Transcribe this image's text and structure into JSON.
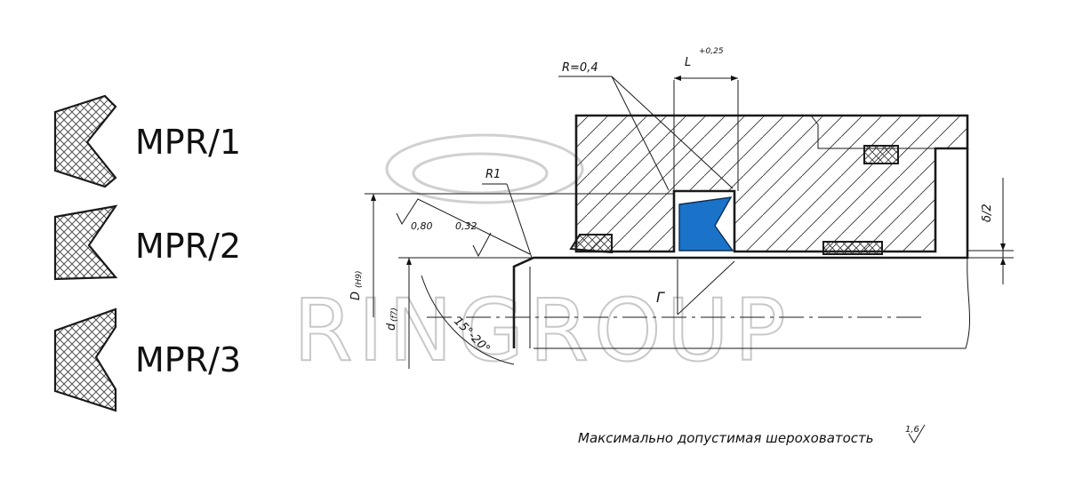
{
  "profiles": [
    {
      "name": "MPR/1",
      "icon": "v-lip-seal-profile-icon"
    },
    {
      "name": "MPR/2",
      "icon": "v-lip-seal-notched-profile-icon"
    },
    {
      "name": "MPR/3",
      "icon": "v-lip-seal-square-base-profile-icon"
    }
  ],
  "drawing": {
    "radius_groove": "R=0,4",
    "groove_width": "L",
    "groove_width_tol": "+0,25",
    "radius_corner": "R1",
    "roughness_1": "0,80",
    "roughness_2": "0,32",
    "dia_groove": "D",
    "dia_groove_tol": "(H9)",
    "dia_rod": "d",
    "dia_rod_tol": "(f7)",
    "chamfer_angle": "15°-20°",
    "clearance": "δ/2",
    "gamma": "Г",
    "note": "Максимально допустимая шероховатость",
    "note_value": "1,6"
  },
  "watermark": "RINGROUP",
  "colors": {
    "seal": "#1a73c9",
    "line": "#1a1a1a",
    "watermark": "#c8c8c8"
  }
}
